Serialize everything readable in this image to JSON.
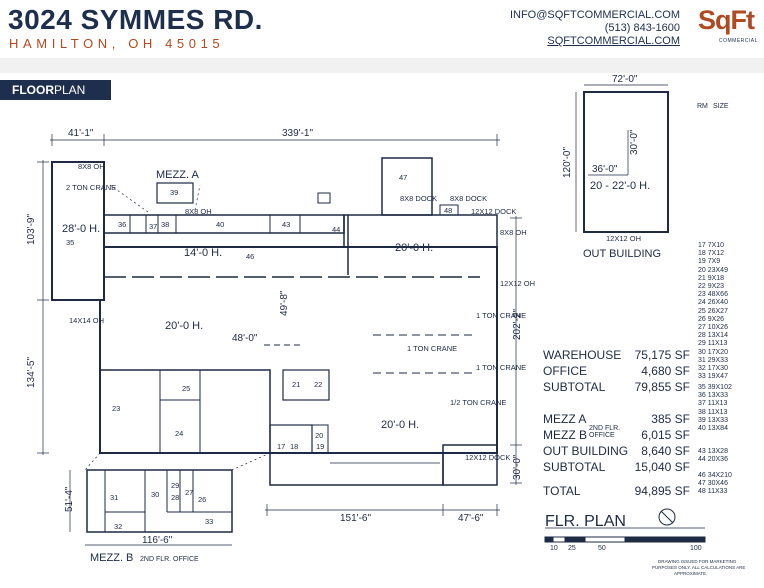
{
  "header": {
    "address": "3024 SYMMES RD.",
    "city": "HAMILTON, OH 45015",
    "email": "INFO@SQFTCOMMERCIAL.COM",
    "phone": "(513) 843-1600",
    "website": "SQFTCOMMERCIAL.COM",
    "logo_text": "SqFt",
    "logo_sub": "COMMERCIAL"
  },
  "badge": {
    "bold": "FLOOR",
    "rest": "PLAN"
  },
  "colors": {
    "navy": "#1e2f4d",
    "accent": "#b04a22",
    "line": "#1f2a44"
  },
  "plan": {
    "dims": {
      "d41": "41'-1\"",
      "d339": "339'-1\"",
      "d103": "103'-9\"",
      "d134": "134'-5\"",
      "d49": "49'-8\"",
      "d48": "48'-0\"",
      "d202": "202'-2\"",
      "d30": "30'-0\"",
      "d151": "151'-6\"",
      "d47": "47'-6\"",
      "d51": "51'-4\"",
      "d116": "116'-6\"",
      "ob72": "72'-0\"",
      "ob120": "120'-0\"",
      "ob36": "36'-0\"",
      "ob30": "30'-0\""
    },
    "labels": {
      "oh8a": "8X8 OH",
      "crane2": "2 TON CRANE",
      "mezzA": "MEZZ. A",
      "h28": "28'-0 H.",
      "oh8b": "8X8 OH",
      "dock8a": "8X8 DOCK",
      "dock8b": "8X8 DOCK",
      "dock12a": "12X12 DOCK",
      "oh8c": "8X8 OH",
      "h14": "14'-0 H.",
      "h20a": "20'-0 H.",
      "h20b": "20'-0 H.",
      "h20c": "20'-0 H.",
      "oh12a": "12X12 OH",
      "oh14": "14X14 OH",
      "crane1a": "1 TON CRANE",
      "crane1b": "1 TON CRANE",
      "crane1c": "1 TON CRANE",
      "crane05": "1/2 TON CRANE",
      "dock12b": "12X12 DOCK",
      "ob_h": "20 - 22'-0 H.",
      "ob_oh": "12X12 OH",
      "ob_name": "OUT BUILDING",
      "mezzB": "MEZZ. B",
      "mezzB_sub": "2ND FLR. OFFICE",
      "flr": "FLR. PLAN",
      "disclaimer1": "DRAWING ISSUED FOR MARKETING",
      "disclaimer2": "PURPOSES ONLY.  ALL CALCULATIONS ARE",
      "disclaimer3": "APPROXIMATE.",
      "s10": "10",
      "s25": "25",
      "s50": "50",
      "s100": "100"
    },
    "rooms": {
      "r35": "35",
      "r36": "36",
      "r37": "37",
      "r38": "38",
      "r39": "39",
      "r40": "40",
      "r43": "43",
      "r44": "44",
      "r46": "46",
      "r47": "47",
      "r48": "48",
      "r21": "21",
      "r22": "22",
      "r25": "25",
      "r23": "23",
      "r24": "24",
      "r17": "17",
      "r18": "18",
      "r19": "19",
      "r20": "20",
      "r31": "31",
      "r30": "30",
      "r29": "29",
      "r28": "28",
      "r27": "27",
      "r26": "26",
      "r32": "32",
      "r33": "33"
    }
  },
  "areas": {
    "rows": [
      {
        "name": "WAREHOUSE",
        "value": "75,175 SF"
      },
      {
        "name": "OFFICE",
        "value": "4,680 SF"
      },
      {
        "name": "SUBTOTAL",
        "value": "79,855 SF"
      },
      {
        "name": "MEZZ A",
        "value": "385 SF"
      },
      {
        "name": "MEZZ B",
        "value": "6,015 SF"
      },
      {
        "name": "OUT BUILDING",
        "value": "8,640 SF"
      },
      {
        "name": "SUBTOTAL",
        "value": "15,040 SF"
      },
      {
        "name": "TOTAL",
        "value": "94,895 SF"
      }
    ],
    "mezzB_note1": "2ND FLR.",
    "mezzB_note2": "OFFICE"
  },
  "room_schedule": {
    "header_rm": "RM",
    "header_size": "SIZE",
    "rows": [
      "17  7X10",
      "18  7X12",
      "19  7X9",
      "20  23X49",
      "21  9X18",
      "22  9X23",
      "23  48X66",
      "24  26X40",
      "25  26X27",
      "26  9X26",
      "27  10X26",
      "28  13X14",
      "29  11X13",
      "30  17X20",
      "31  29X33",
      "32  17X30",
      "33  19X47",
      "35  39X102",
      "36  13X33",
      "37  11X13",
      "38  11X13",
      "39  13X33",
      "40  13X84",
      "43  13X28",
      "44  20X36",
      "46  34X210",
      "47  30X46",
      "48  11X33"
    ]
  }
}
